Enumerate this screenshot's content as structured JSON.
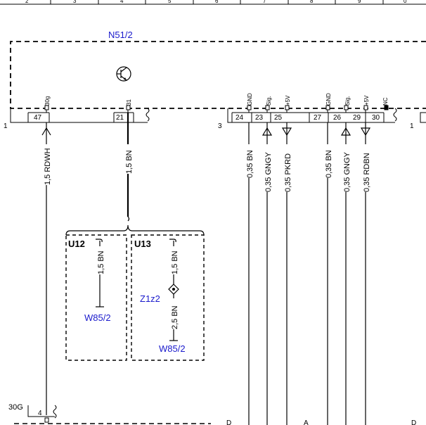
{
  "ruler": [
    "2",
    "3",
    "4",
    "5",
    "6",
    "7",
    "8",
    "9",
    "0"
  ],
  "module": {
    "name": "N51/2",
    "connector_a": "1",
    "connector_b": "3",
    "connector_c": "1"
  },
  "pins": [
    {
      "num": "47",
      "sig": "30g"
    },
    {
      "num": "21",
      "sig": "31"
    },
    {
      "num": "24",
      "sig": "GND"
    },
    {
      "num": "23",
      "sig": "Sig."
    },
    {
      "num": "25",
      "sig": "+5V"
    },
    {
      "num": "27",
      "sig": "GND"
    },
    {
      "num": "26",
      "sig": "Sig."
    },
    {
      "num": "29",
      "sig": "+5V"
    },
    {
      "num": "30",
      "sig": "NC"
    }
  ],
  "wires": [
    "1,5 RDWH",
    "1,5 BN",
    "0,35 BN",
    "0,35 GNGY",
    "0,35 PKRD",
    "0,35 BN",
    "0,35 GNGY",
    "0,35 RDBN"
  ],
  "variants": {
    "u12": {
      "code": "U12",
      "wire": "1,5 BN",
      "ground": "W85/2"
    },
    "u13": {
      "code": "U13",
      "wire_top": "1,5 BN",
      "splice": "Z1z2",
      "wire_bottom": "2,5 BN",
      "ground": "W85/2"
    }
  },
  "bottom": {
    "label": "30G",
    "pin": "4",
    "letters": [
      "D",
      "A",
      "D"
    ]
  }
}
